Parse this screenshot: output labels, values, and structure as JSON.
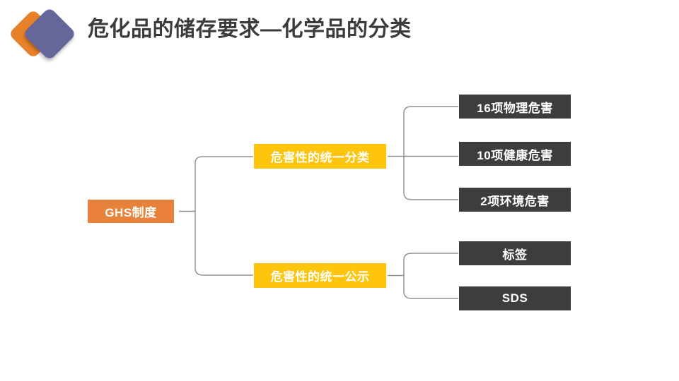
{
  "slide": {
    "title": "危化品的储存要求—化学品的分类",
    "background_color": "#ffffff"
  },
  "logo": {
    "name": "two-diamond-logo",
    "back_shape_color": "#e8812a",
    "front_shape_color": "#66669b"
  },
  "colors": {
    "title_text": "#3b3b3b",
    "root_node": "#e8823a",
    "mid_node": "#ffc40c",
    "leaf_node": "#3d3d3d",
    "node_text": "#ffffff",
    "connector_line": "#8f8f8f"
  },
  "diagram": {
    "type": "tree",
    "root": {
      "label": "GHS制度",
      "style": "root"
    },
    "branches": [
      {
        "label": "危害性的统一分类",
        "style": "mid",
        "children": [
          {
            "label": "16项物理危害",
            "style": "leaf"
          },
          {
            "label": "10项健康危害",
            "style": "leaf"
          },
          {
            "label": "2项环境危害",
            "style": "leaf"
          }
        ]
      },
      {
        "label": "危害性的统一公示",
        "style": "mid",
        "children": [
          {
            "label": "标签",
            "style": "leaf"
          },
          {
            "label": "SDS",
            "style": "leaf"
          }
        ]
      }
    ]
  }
}
